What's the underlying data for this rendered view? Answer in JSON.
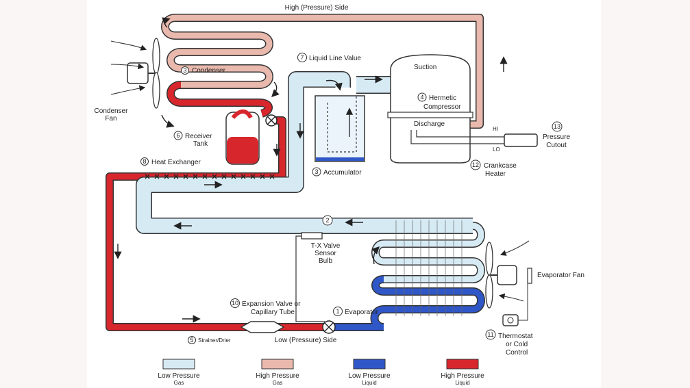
{
  "colors": {
    "low_pressure_gas": "#d6eaf4",
    "high_pressure_gas": "#e9b9ad",
    "low_pressure_liquid": "#2f57c8",
    "high_pressure_liquid": "#d8262d",
    "outline": "#333333"
  },
  "labels": {
    "high_side": "High (Pressure) Side",
    "low_side": "Low (Pressure) Side",
    "condenser_fan": [
      "Condenser",
      "Fan"
    ],
    "condenser": "Condenser",
    "liquid_line_valve": "Liquid Line Value",
    "suction": "Suction",
    "hermetic_compressor": [
      "Hermetic",
      "Compressor"
    ],
    "discharge": "Discharge",
    "hi": "HI",
    "lo": "LO",
    "pressure_cutout": [
      "Pressure",
      "Cutout"
    ],
    "receiver_tank": [
      "Receiver",
      "Tank"
    ],
    "heat_exchanger": "Heat Exchanger",
    "accumulator": "Accumulator",
    "crankcase_heater": [
      "Crankcase",
      "Heater"
    ],
    "tx_valve": [
      "T-X Valve",
      "Sensor",
      "Bulb"
    ],
    "evaporator_fan": "Evaporator Fan",
    "expansion_valve": [
      "Expansion Valve or",
      "Capillary Tube"
    ],
    "evaporator": "Evaporator",
    "strainer": "Strainer/Drier",
    "thermostat": [
      "Thermostat",
      "or Cold",
      "Control"
    ]
  },
  "numbers": {
    "condenser": "3",
    "liquid_line_valve": "7",
    "compressor": "4",
    "pressure_cutout": "13",
    "receiver_tank": "6",
    "heat_exchanger": "8",
    "accumulator": "3",
    "crankcase_heater": "12",
    "evaporator_path": "2",
    "expansion_valve": "10",
    "evaporator": "1",
    "strainer": "5",
    "thermostat": "11"
  },
  "legend": [
    {
      "lines": [
        "Low Pressure",
        "Gas"
      ],
      "color": "#d6eaf4"
    },
    {
      "lines": [
        "High Pressure",
        "Gas"
      ],
      "color": "#e9b9ad"
    },
    {
      "lines": [
        "Low Pressure",
        "Liquid"
      ],
      "color": "#2f57c8"
    },
    {
      "lines": [
        "High Pressure",
        "Liquid"
      ],
      "color": "#d8262d"
    }
  ]
}
